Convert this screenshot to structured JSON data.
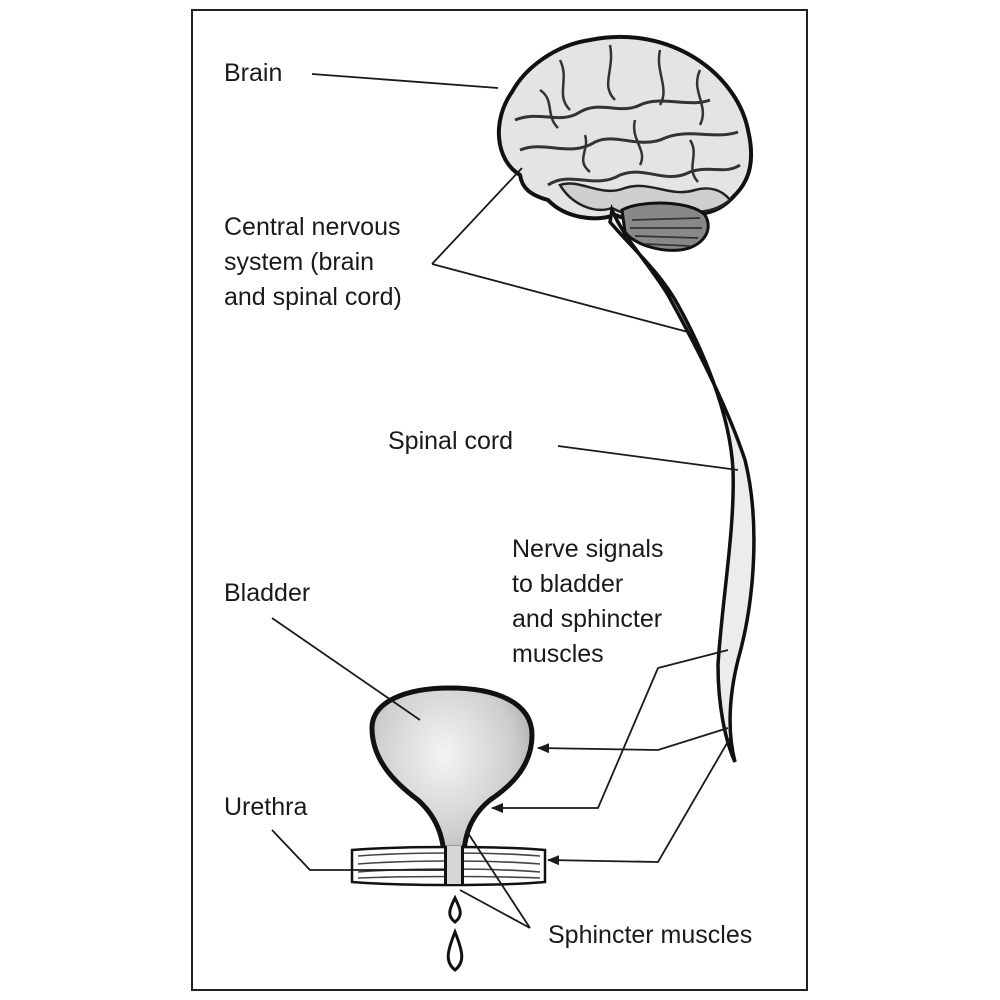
{
  "labels": {
    "brain": "Brain",
    "cns": "Central nervous\nsystem (brain\nand spinal cord)",
    "spinal_cord": "Spinal cord",
    "nerve_signals": "Nerve signals\nto bladder\nand sphincter\nmuscles",
    "bladder": "Bladder",
    "urethra": "Urethra",
    "sphincter": "Sphincter muscles"
  }
}
